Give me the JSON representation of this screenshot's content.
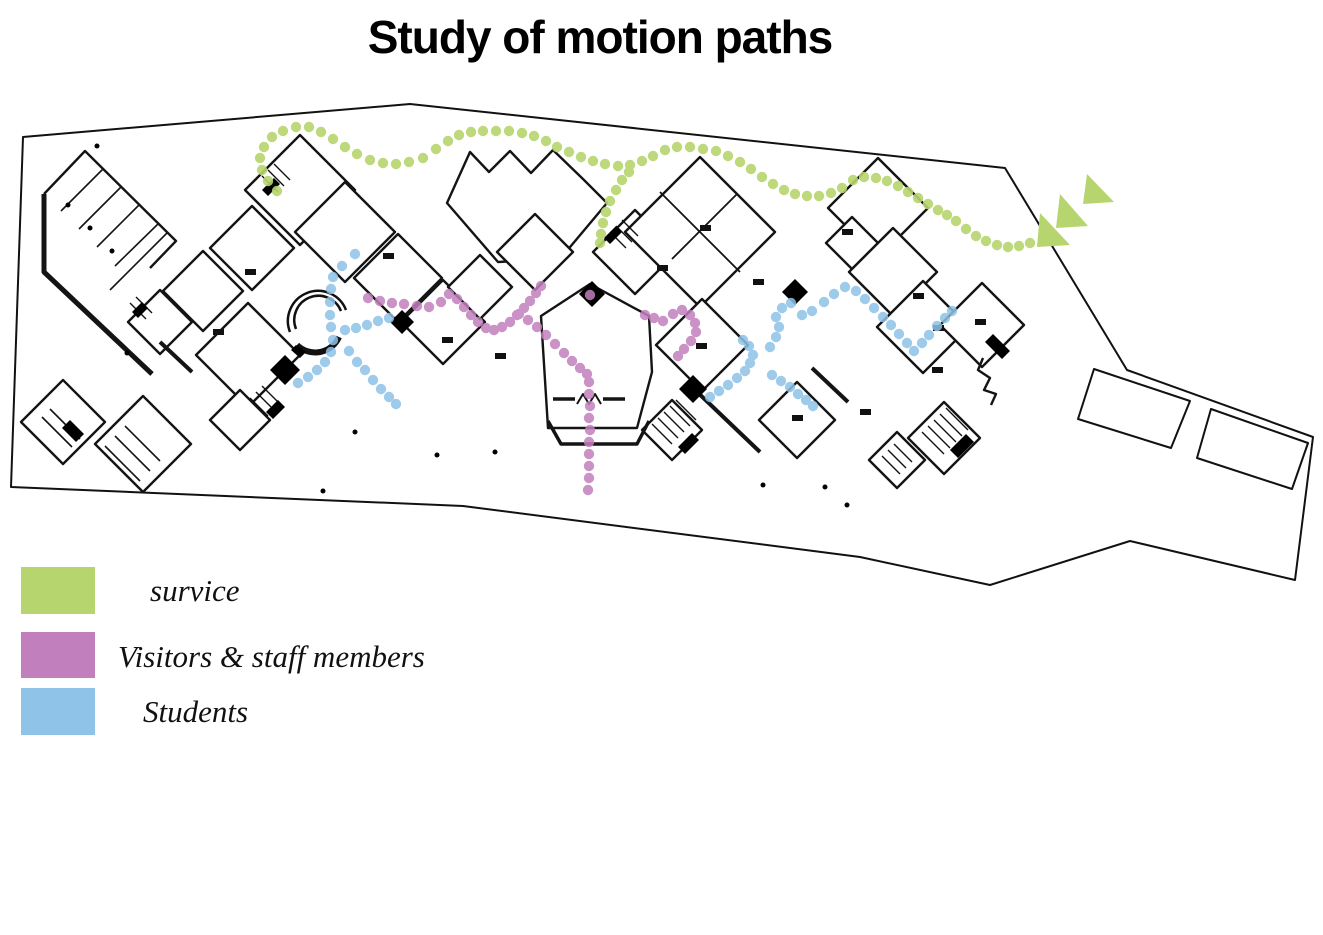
{
  "title": "Study of motion paths",
  "legend": {
    "items": [
      {
        "label": "survice",
        "color": "#b7d56e"
      },
      {
        "label": "Visitors & staff members",
        "color": "#c17fbd"
      },
      {
        "label": "Students",
        "color": "#8fc3e8"
      }
    ]
  },
  "dot_radius": 5.2,
  "paths": {
    "survice": {
      "color": "#b7d56e",
      "dots": [
        [
          277,
          191
        ],
        [
          268,
          181
        ],
        [
          262,
          170
        ],
        [
          260,
          158
        ],
        [
          264,
          147
        ],
        [
          272,
          137
        ],
        [
          283,
          131
        ],
        [
          296,
          127
        ],
        [
          309,
          127
        ],
        [
          321,
          132
        ],
        [
          333,
          139
        ],
        [
          345,
          147
        ],
        [
          357,
          154
        ],
        [
          370,
          160
        ],
        [
          383,
          163
        ],
        [
          396,
          164
        ],
        [
          409,
          162
        ],
        [
          423,
          158
        ],
        [
          436,
          149
        ],
        [
          448,
          141
        ],
        [
          459,
          135
        ],
        [
          471,
          132
        ],
        [
          483,
          131
        ],
        [
          496,
          131
        ],
        [
          509,
          131
        ],
        [
          522,
          133
        ],
        [
          534,
          136
        ],
        [
          546,
          141
        ],
        [
          557,
          147
        ],
        [
          569,
          152
        ],
        [
          581,
          157
        ],
        [
          593,
          161
        ],
        [
          605,
          164
        ],
        [
          618,
          166
        ],
        [
          630,
          165
        ],
        [
          642,
          161
        ],
        [
          653,
          156
        ],
        [
          665,
          150
        ],
        [
          677,
          147
        ],
        [
          690,
          147
        ],
        [
          703,
          149
        ],
        [
          716,
          151
        ],
        [
          728,
          156
        ],
        [
          740,
          162
        ],
        [
          751,
          169
        ],
        [
          762,
          177
        ],
        [
          773,
          184
        ],
        [
          784,
          190
        ],
        [
          795,
          194
        ],
        [
          807,
          196
        ],
        [
          819,
          196
        ],
        [
          831,
          193
        ],
        [
          842,
          188
        ],
        [
          853,
          180
        ],
        [
          864,
          177
        ],
        [
          876,
          178
        ],
        [
          887,
          181
        ],
        [
          898,
          186
        ],
        [
          908,
          192
        ],
        [
          918,
          198
        ],
        [
          928,
          204
        ],
        [
          938,
          210
        ],
        [
          947,
          215
        ],
        [
          956,
          221
        ],
        [
          966,
          229
        ],
        [
          976,
          236
        ],
        [
          986,
          241
        ],
        [
          997,
          245
        ],
        [
          1008,
          247
        ],
        [
          1019,
          246
        ],
        [
          1030,
          243
        ],
        [
          629,
          172
        ],
        [
          622,
          180
        ],
        [
          616,
          190
        ],
        [
          610,
          201
        ],
        [
          606,
          212
        ],
        [
          603,
          223
        ],
        [
          601,
          234
        ],
        [
          600,
          243
        ]
      ]
    },
    "visitors_staff": {
      "color": "#c17fbd",
      "dots": [
        [
          368,
          298
        ],
        [
          380,
          301
        ],
        [
          392,
          303
        ],
        [
          404,
          304
        ],
        [
          417,
          306
        ],
        [
          429,
          307
        ],
        [
          441,
          302
        ],
        [
          449,
          294
        ],
        [
          457,
          299
        ],
        [
          464,
          307
        ],
        [
          471,
          315
        ],
        [
          478,
          322
        ],
        [
          486,
          328
        ],
        [
          494,
          330
        ],
        [
          502,
          327
        ],
        [
          510,
          322
        ],
        [
          517,
          315
        ],
        [
          524,
          308
        ],
        [
          530,
          301
        ],
        [
          536,
          293
        ],
        [
          541,
          286
        ],
        [
          519,
          314
        ],
        [
          528,
          320
        ],
        [
          537,
          327
        ],
        [
          546,
          335
        ],
        [
          555,
          344
        ],
        [
          564,
          353
        ],
        [
          572,
          361
        ],
        [
          580,
          368
        ],
        [
          587,
          374
        ],
        [
          589,
          382
        ],
        [
          589,
          394
        ],
        [
          590,
          406
        ],
        [
          589,
          418
        ],
        [
          590,
          430
        ],
        [
          589,
          442
        ],
        [
          589,
          454
        ],
        [
          589,
          466
        ],
        [
          589,
          478
        ],
        [
          588,
          490
        ],
        [
          590,
          295
        ],
        [
          645,
          315
        ],
        [
          654,
          318
        ],
        [
          663,
          321
        ],
        [
          673,
          314
        ],
        [
          682,
          310
        ],
        [
          690,
          315
        ],
        [
          695,
          323
        ],
        [
          696,
          332
        ],
        [
          691,
          341
        ],
        [
          684,
          349
        ],
        [
          678,
          356
        ]
      ]
    },
    "students": {
      "color": "#8fc3e8",
      "dots": [
        [
          355,
          254
        ],
        [
          342,
          266
        ],
        [
          333,
          277
        ],
        [
          331,
          289
        ],
        [
          330,
          302
        ],
        [
          330,
          315
        ],
        [
          331,
          327
        ],
        [
          333,
          340
        ],
        [
          331,
          352
        ],
        [
          325,
          362
        ],
        [
          317,
          370
        ],
        [
          308,
          377
        ],
        [
          298,
          383
        ],
        [
          345,
          330
        ],
        [
          356,
          328
        ],
        [
          367,
          325
        ],
        [
          378,
          321
        ],
        [
          389,
          318
        ],
        [
          349,
          351
        ],
        [
          357,
          362
        ],
        [
          365,
          370
        ],
        [
          373,
          380
        ],
        [
          381,
          389
        ],
        [
          389,
          397
        ],
        [
          396,
          404
        ],
        [
          710,
          397
        ],
        [
          719,
          391
        ],
        [
          728,
          385
        ],
        [
          737,
          378
        ],
        [
          745,
          371
        ],
        [
          750,
          363
        ],
        [
          753,
          355
        ],
        [
          749,
          346
        ],
        [
          743,
          340
        ],
        [
          770,
          347
        ],
        [
          776,
          337
        ],
        [
          779,
          327
        ],
        [
          776,
          317
        ],
        [
          782,
          308
        ],
        [
          791,
          303
        ],
        [
          802,
          315
        ],
        [
          812,
          311
        ],
        [
          824,
          302
        ],
        [
          834,
          294
        ],
        [
          845,
          287
        ],
        [
          856,
          291
        ],
        [
          865,
          299
        ],
        [
          874,
          308
        ],
        [
          883,
          317
        ],
        [
          891,
          325
        ],
        [
          899,
          334
        ],
        [
          907,
          343
        ],
        [
          914,
          351
        ],
        [
          922,
          343
        ],
        [
          929,
          335
        ],
        [
          937,
          326
        ],
        [
          945,
          318
        ],
        [
          952,
          311
        ],
        [
          772,
          375
        ],
        [
          781,
          381
        ],
        [
          790,
          387
        ],
        [
          798,
          394
        ],
        [
          806,
          400
        ],
        [
          813,
          406
        ]
      ]
    }
  },
  "arrows": {
    "color": "#b7d56e",
    "triangles": [
      [
        [
          1040,
          213
        ],
        [
          1037,
          247
        ],
        [
          1070,
          245
        ]
      ],
      [
        [
          1060,
          194
        ],
        [
          1056,
          228
        ],
        [
          1088,
          226
        ]
      ],
      [
        [
          1087,
          174
        ],
        [
          1083,
          204
        ],
        [
          1114,
          202
        ]
      ]
    ]
  }
}
